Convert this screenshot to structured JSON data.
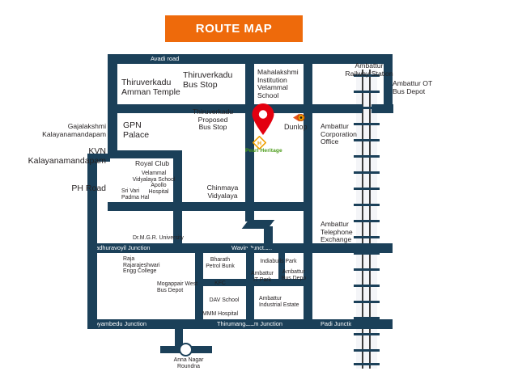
{
  "header": {
    "title": "ROUTE MAP",
    "banner_color": "#ee6a0b"
  },
  "theme": {
    "road_color": "#1b4059",
    "label_color": "#231f20",
    "highlight_color": "#4a9b18",
    "pin_color": "#e3000f",
    "rail_bg": "#f4f5f8"
  },
  "map": {
    "roads": [
      {
        "name": "Avadi road",
        "label": "Avadi road"
      },
      {
        "name": "Madhuravoyil Junction",
        "label": "Madhuravoyil Junction"
      },
      {
        "name": "Wavin Junction",
        "label": "Wavin Junction"
      },
      {
        "name": "Koyambedu Junction",
        "label": "Koyambedu Junction"
      },
      {
        "name": "Thirumangalam Junction",
        "label": "Thirumangalam Junction"
      },
      {
        "name": "Padi Junction",
        "label": "Padi Junction"
      }
    ],
    "road_labels": {
      "avadi_road": "Avadi road",
      "madhuravoyil_junction": "Madhuravoyil Junction",
      "wavin_junction": "Wavin Junction",
      "koyambedu_junction": "Koyambedu Junction",
      "thirumangalam_junction": "Thirumangalam Junction",
      "padi_junction": "Padi Junction"
    },
    "places": {
      "thiruverkadu_amman_temple": "Thiruverkadu\nAmman Temple",
      "thiruverkadu_bus_stop": "Thiruverkadu\nBus Stop",
      "mahalakshmi_institution": "Mahalakshmi\nInstitution\nVelammal\nSchool",
      "ambattur_railway_station": "Ambattur\nRailway Station",
      "ambattur_ot_bus_depot": "Ambattur OT\nBus Depot",
      "gpn_palace": "GPN\nPalace",
      "thiruverkadu_proposed_bus_stop": "Thiruverkadu\nProposed\nBus Stop",
      "ambattur_corporation_office": "Ambattur\nCorporation\nOffice",
      "gajalakshmi_kalayanamandapam": "Gajalakshmi\nKalayanamandapam",
      "kvn_kalayanamandapam": "KVN\nKalayanamandapam",
      "ph_road": "PH Road",
      "royal_club": "Royal Club",
      "velammal_vidyalaya_school": "Velammal\nVidyalaya School",
      "apollo_hospital": "Apollo\nHospital",
      "sri_vari_padma_hal": "Sri Vari\nPadma Hal",
      "chinmaya_vidyalaya": "Chinmaya\nVidyalaya",
      "ambattur_telephone_exchange": "Ambattur\nTelephone\nExchange",
      "dr_mgr_university": "Dr.M.G.R. University",
      "raja_rajarajeshwari_engg_college": "Raja\nRajarajeshwari\nEngg College",
      "mogappair_west_bus_depot": "Mogappair West\nBus Depot",
      "bharath_petrol_bunk": "Bharath\nPetrol Bunk",
      "kfc": "KFC",
      "dav_school": "DAV School",
      "mmm_hospital": "MMM Hospital",
      "indiabulls_park": "Indiabulls Park",
      "ambattur_it_park": "Ambattur\nIT Park",
      "ambattur_bus_depo": "Ambattur\nBus Depo",
      "ambattur_industrial_estate": "Ambattur\nIndustrial Estate",
      "anna_nagar_roundna": "Anna Nagar\nRoundna"
    },
    "markers": {
      "destination_pin": "map-pin-marker",
      "pearl_heritage_label": "Pearl Heritage",
      "dunlop_label": "Dunlop"
    }
  }
}
